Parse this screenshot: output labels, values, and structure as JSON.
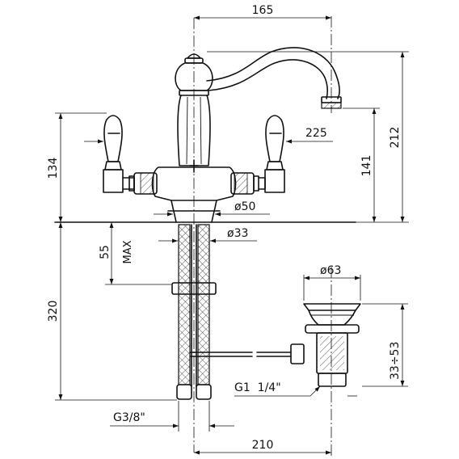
{
  "labels": {
    "width_top": "165",
    "height_212": "212",
    "height_141": "141",
    "height_134": "134",
    "reach_225": "225",
    "dia_50": "ø50",
    "dia_33": "ø33",
    "max_55": "55",
    "max_word": "MAX",
    "length_320": "320",
    "dia_63": "ø63",
    "range_33_53": "33÷53",
    "thread_g1": "G1  1/4\"",
    "thread_g38": "G3/8\"",
    "width_210": "210"
  }
}
